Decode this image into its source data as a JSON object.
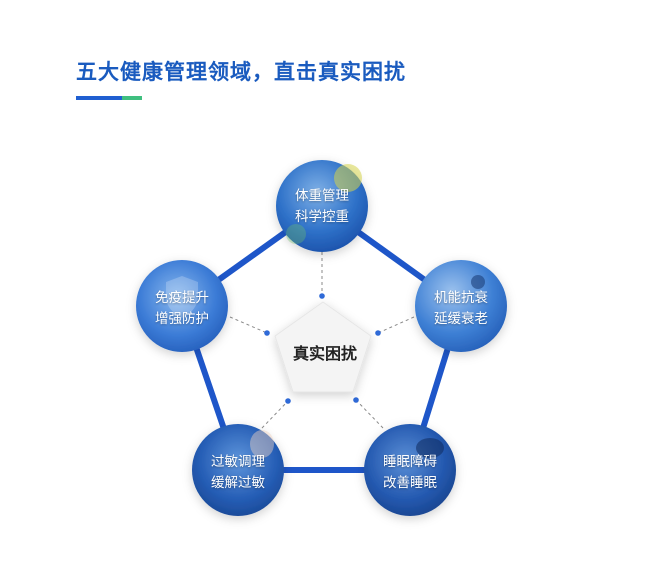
{
  "header": {
    "title": "五大健康管理领域，直击真实困扰"
  },
  "colors": {
    "title": "#1a5bbf",
    "accent_blue": "#1f5fd1",
    "accent_green": "#3fbf7f",
    "line": "#1e56c9",
    "dots": "#2f6ad8"
  },
  "center": {
    "label": "真实困扰"
  },
  "nodes": [
    {
      "line1": "体重管理",
      "line2": "科学控重"
    },
    {
      "line1": "机能抗衰",
      "line2": "延缓衰老"
    },
    {
      "line1": "睡眠障碍",
      "line2": "改善睡眠"
    },
    {
      "line1": "过敏调理",
      "line2": "缓解过敏"
    },
    {
      "line1": "免疫提升",
      "line2": "增强防护"
    }
  ]
}
